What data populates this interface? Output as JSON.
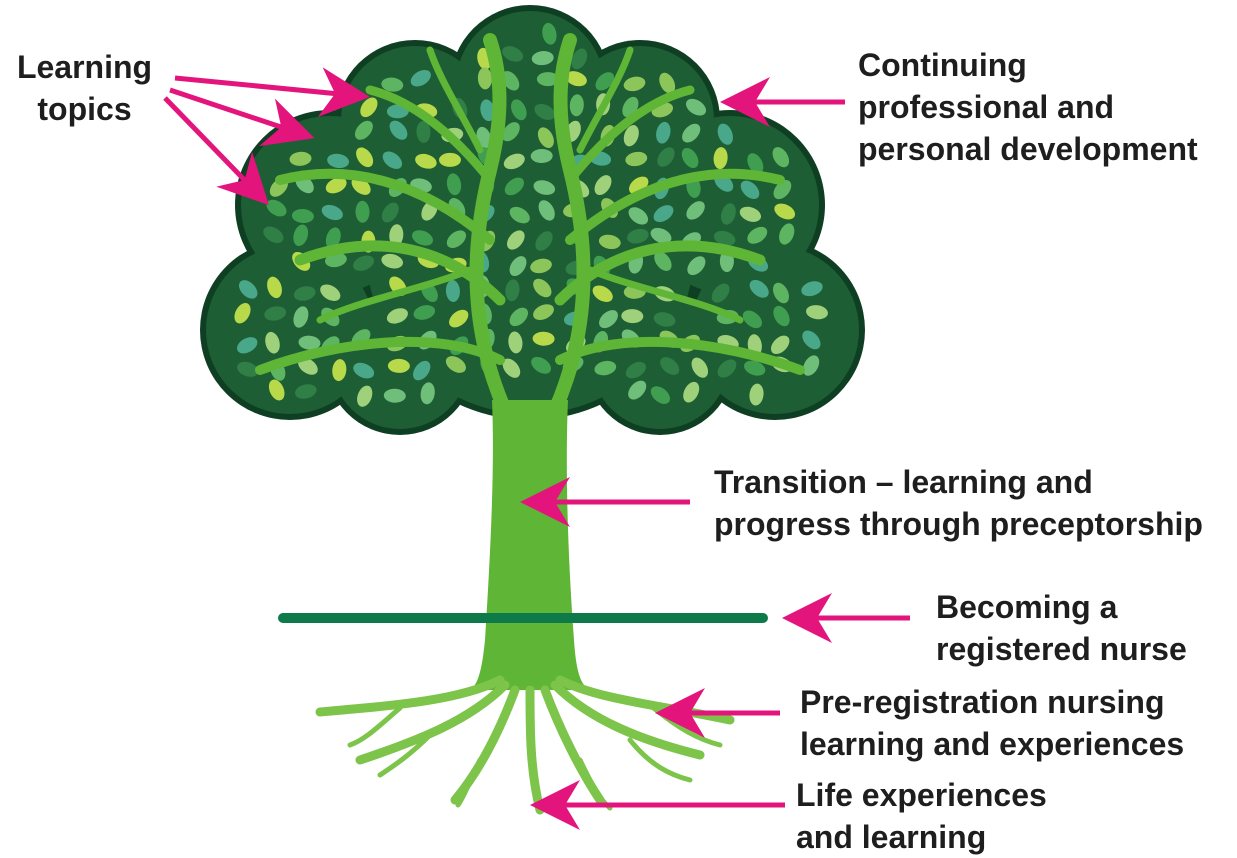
{
  "colors": {
    "canopy_dark": "#1e5e34",
    "canopy_outline": "#0f3f22",
    "trunk": "#5fb535",
    "arrow": "#e3157d",
    "registration_line": "#0e7a4a",
    "text": "#1e1e1e"
  },
  "labels": {
    "learning_topics": [
      "Learning",
      "topics"
    ],
    "continuing_development": [
      "Continuing",
      "professional and",
      "personal development"
    ],
    "transition": [
      "Transition – learning and",
      "progress through preceptorship"
    ],
    "registered_nurse": [
      "Becoming a",
      "registered nurse"
    ],
    "pre_registration": [
      "Pre-registration nursing",
      "learning and experiences"
    ],
    "life_experiences": [
      "Life experiences",
      "and learning"
    ]
  }
}
